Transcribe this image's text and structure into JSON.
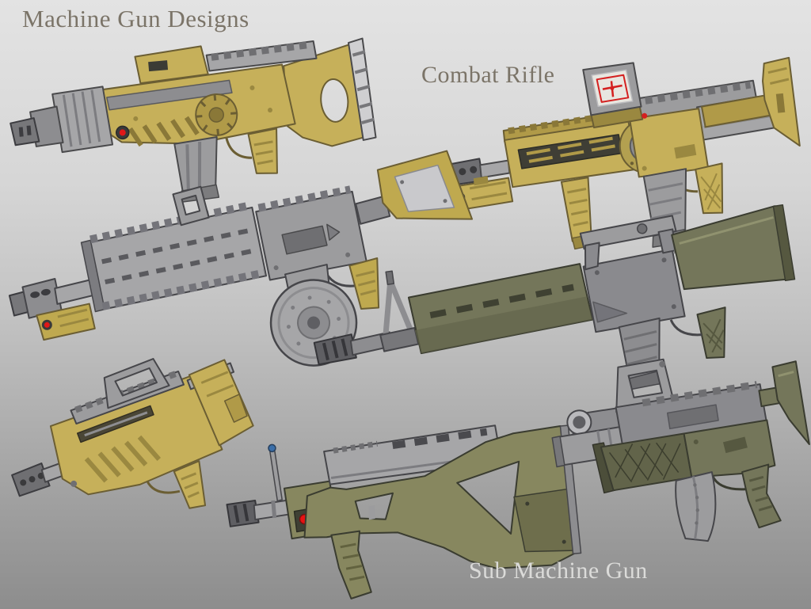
{
  "artwork": {
    "labels": {
      "title": "Machine Gun Designs",
      "combat_rifle": "Combat Rifle",
      "sub_machine_gun": "Sub Machine Gun"
    },
    "palette": {
      "background_top": "#e3e3e3",
      "background_mid": "#c2c2c2",
      "background_bottom": "#8d8d8d",
      "title_text_color": "#7b7468",
      "bottom_text_color": "#dbdbd9",
      "weapon_tan": "#c6b05a",
      "weapon_silver": "#a6a6a8",
      "weapon_olive": "#74765a",
      "weapon_khaki_olive": "#87875f",
      "accent_red": "#e01818"
    },
    "weapons": [
      {
        "name": "tan-assault-rifle",
        "location": "top-left"
      },
      {
        "name": "tan-combat-carbine",
        "location": "top-right"
      },
      {
        "name": "silver-drum-magazine-rifle",
        "location": "middle-left"
      },
      {
        "name": "olive-carry-handle-rifle",
        "location": "middle-right"
      },
      {
        "name": "tan-bullpup-smg",
        "location": "bottom-left"
      },
      {
        "name": "olive-bullpup-rifle",
        "location": "bottom-center"
      },
      {
        "name": "suppressed-compact-smg",
        "location": "bottom-right"
      }
    ]
  }
}
